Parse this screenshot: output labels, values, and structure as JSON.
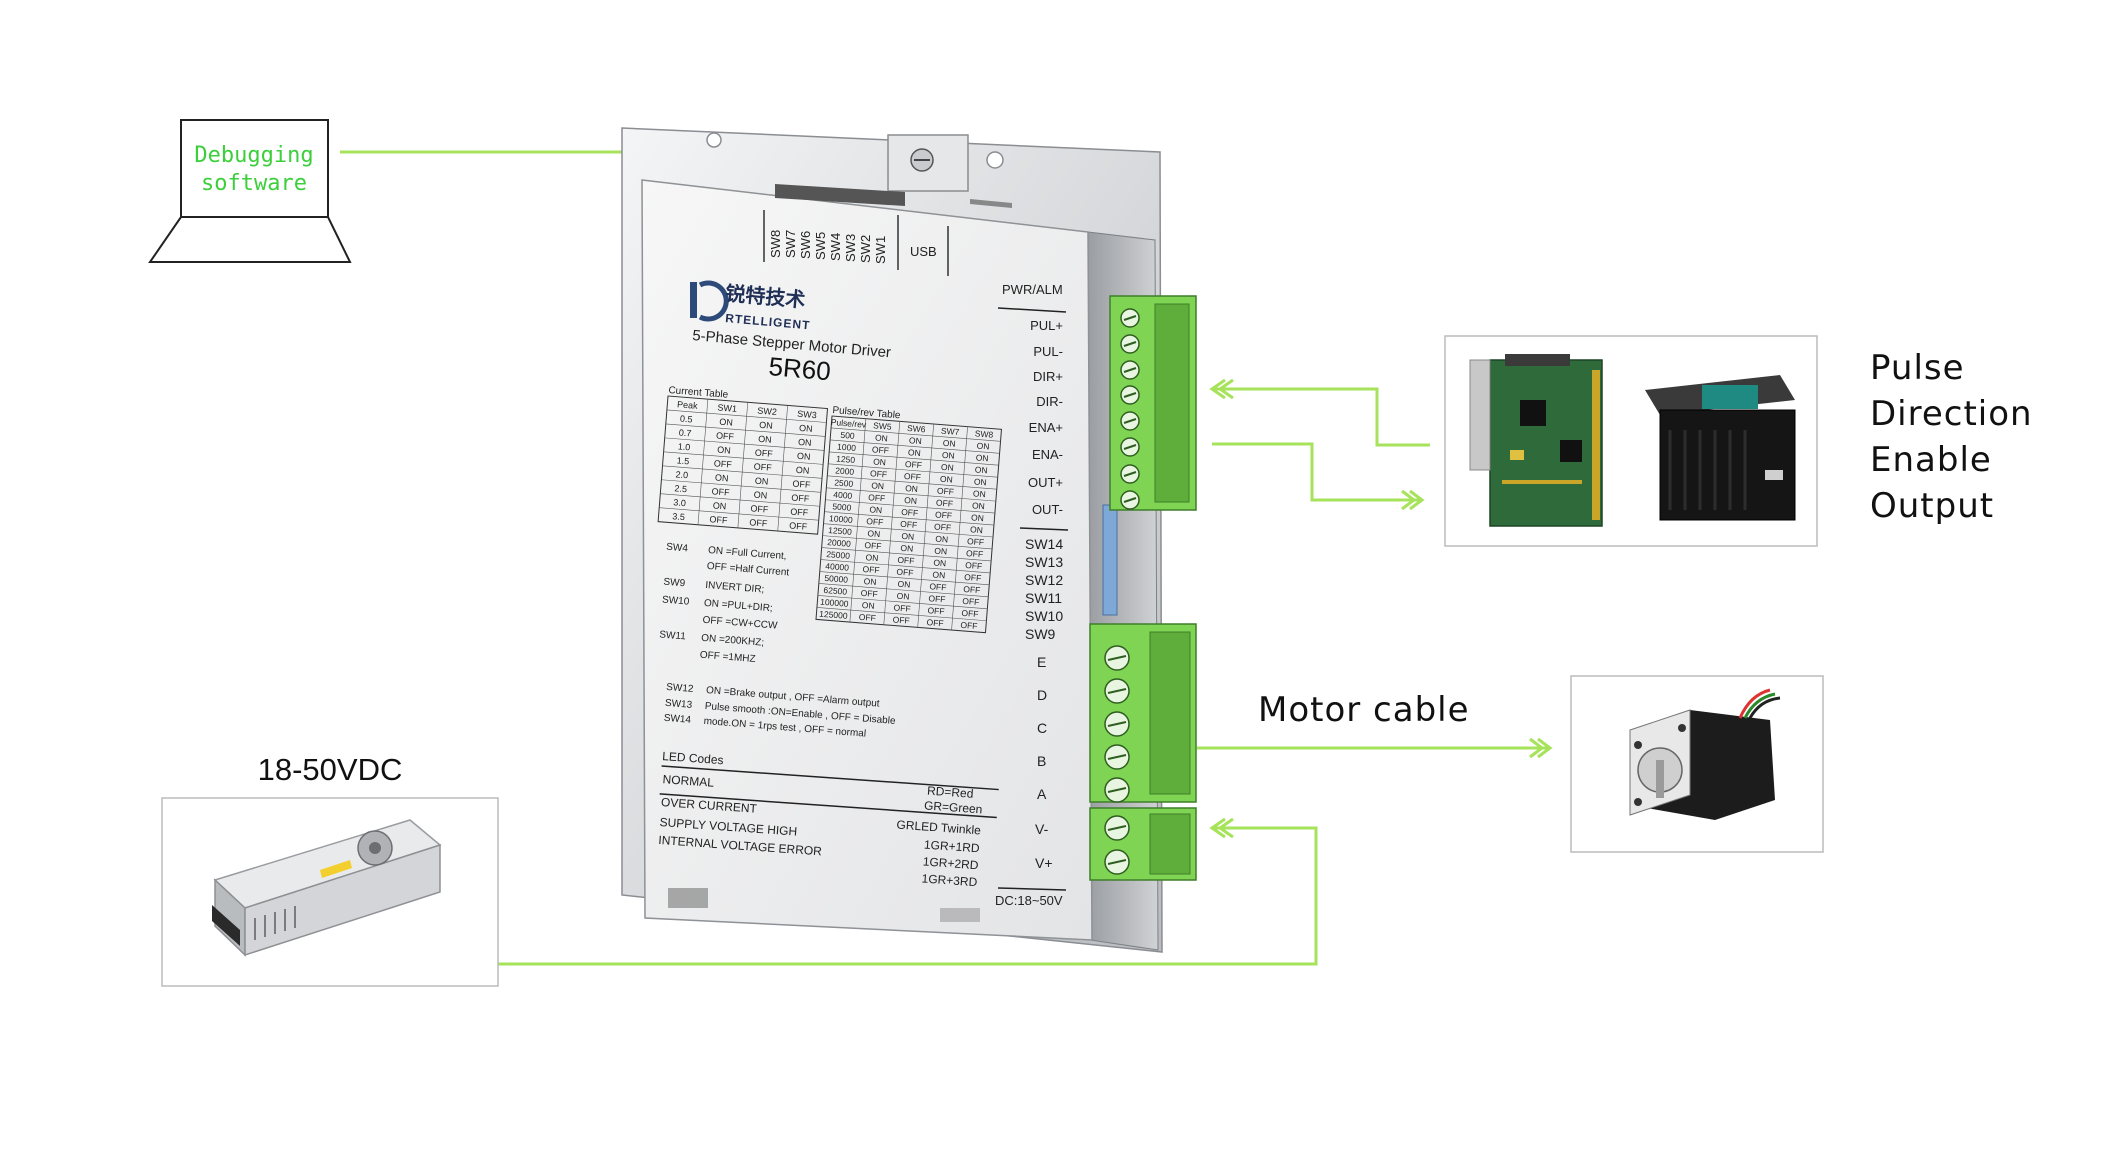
{
  "computer": {
    "label_line1": "Debugging",
    "label_line2": "software"
  },
  "power_supply": {
    "label": "18-50VDC"
  },
  "controller": {
    "signals": [
      "Pulse",
      "Direction",
      "Enable",
      "Output"
    ]
  },
  "motor": {
    "label": "Motor cable"
  },
  "driver": {
    "brand_cn": "锐特技术",
    "brand_en": "RTELLIGENT",
    "product_type": "5-Phase Stepper Motor Driver",
    "model": "5R60",
    "sw_top": [
      "SW8",
      "SW7",
      "SW6",
      "SW5",
      "SW4",
      "SW3",
      "SW2",
      "SW1"
    ],
    "usb_label": "USB",
    "signal_header": "PWR/ALM",
    "signal_pins": [
      "PUL+",
      "PUL-",
      "DIR+",
      "DIR-",
      "ENA+",
      "ENA-",
      "OUT+",
      "OUT-"
    ],
    "sw_side": [
      "SW14",
      "SW13",
      "SW12",
      "SW11",
      "SW10",
      "SW9"
    ],
    "motor_pins": [
      "E",
      "D",
      "C",
      "B",
      "A"
    ],
    "power_pins": [
      "V-",
      "V+"
    ],
    "power_rating": "DC:18~50V",
    "current_table": {
      "title": "Current Table",
      "headers": [
        "Peak",
        "SW1",
        "SW2",
        "SW3"
      ],
      "rows": [
        [
          "0.5",
          "ON",
          "ON",
          "ON"
        ],
        [
          "0.7",
          "OFF",
          "ON",
          "ON"
        ],
        [
          "1.0",
          "ON",
          "OFF",
          "ON"
        ],
        [
          "1.5",
          "OFF",
          "OFF",
          "ON"
        ],
        [
          "2.0",
          "ON",
          "ON",
          "OFF"
        ],
        [
          "2.5",
          "OFF",
          "ON",
          "OFF"
        ],
        [
          "3.0",
          "ON",
          "OFF",
          "OFF"
        ],
        [
          "3.5",
          "OFF",
          "OFF",
          "OFF"
        ]
      ]
    },
    "pulse_table": {
      "title": "Pulse/rev Table",
      "headers": [
        "Pulse/rev",
        "SW5",
        "SW6",
        "SW7",
        "SW8"
      ],
      "rows": [
        [
          "500",
          "ON",
          "ON",
          "ON",
          "ON"
        ],
        [
          "1000",
          "OFF",
          "ON",
          "ON",
          "ON"
        ],
        [
          "1250",
          "ON",
          "OFF",
          "ON",
          "ON"
        ],
        [
          "2000",
          "OFF",
          "OFF",
          "ON",
          "ON"
        ],
        [
          "2500",
          "ON",
          "ON",
          "OFF",
          "ON"
        ],
        [
          "4000",
          "OFF",
          "ON",
          "OFF",
          "ON"
        ],
        [
          "5000",
          "ON",
          "OFF",
          "OFF",
          "ON"
        ],
        [
          "10000",
          "OFF",
          "OFF",
          "OFF",
          "ON"
        ],
        [
          "12500",
          "ON",
          "ON",
          "ON",
          "OFF"
        ],
        [
          "20000",
          "OFF",
          "ON",
          "ON",
          "OFF"
        ],
        [
          "25000",
          "ON",
          "OFF",
          "ON",
          "OFF"
        ],
        [
          "40000",
          "OFF",
          "OFF",
          "ON",
          "OFF"
        ],
        [
          "50000",
          "ON",
          "ON",
          "OFF",
          "OFF"
        ],
        [
          "62500",
          "OFF",
          "ON",
          "OFF",
          "OFF"
        ],
        [
          "100000",
          "ON",
          "OFF",
          "OFF",
          "OFF"
        ],
        [
          "125000",
          "OFF",
          "OFF",
          "OFF",
          "OFF"
        ]
      ]
    },
    "notes": [
      {
        "sw": "SW4",
        "line1": "ON =Full Current,",
        "line2": "OFF =Half Current"
      },
      {
        "sw": "SW9",
        "line1": "INVERT DIR;",
        "line2": ""
      },
      {
        "sw": "SW10",
        "line1": "ON =PUL+DIR;",
        "line2": "OFF =CW+CCW"
      },
      {
        "sw": "SW11",
        "line1": "ON =200KHZ;",
        "line2": "OFF =1MHZ"
      }
    ],
    "notes_b": [
      {
        "sw": "SW12",
        "text": "ON =Brake output ,  OFF =Alarm output"
      },
      {
        "sw": "SW13",
        "text": "Pulse smooth :ON=Enable , OFF = Disable"
      },
      {
        "sw": "SW14",
        "text": "mode.ON = 1rps test ,  OFF = normal"
      }
    ],
    "led": {
      "title": "LED Codes",
      "legend1": "RD=Red",
      "legend2": "GR=Green",
      "rows": [
        {
          "name": "NORMAL",
          "code": ""
        },
        {
          "name": "OVER CURRENT",
          "code": "GRLED  Twinkle"
        },
        {
          "name": "SUPPLY VOLTAGE HIGH",
          "code": "1GR+1RD"
        },
        {
          "name": "INTERNAL VOLTAGE ERROR",
          "code": "1GR+2RD"
        },
        {
          "name": "",
          "code": "1GR+3RD"
        }
      ]
    }
  },
  "colors": {
    "wire": "#a6e35a",
    "terminal": "#7fd454",
    "debug_text": "#3ccf3c"
  }
}
